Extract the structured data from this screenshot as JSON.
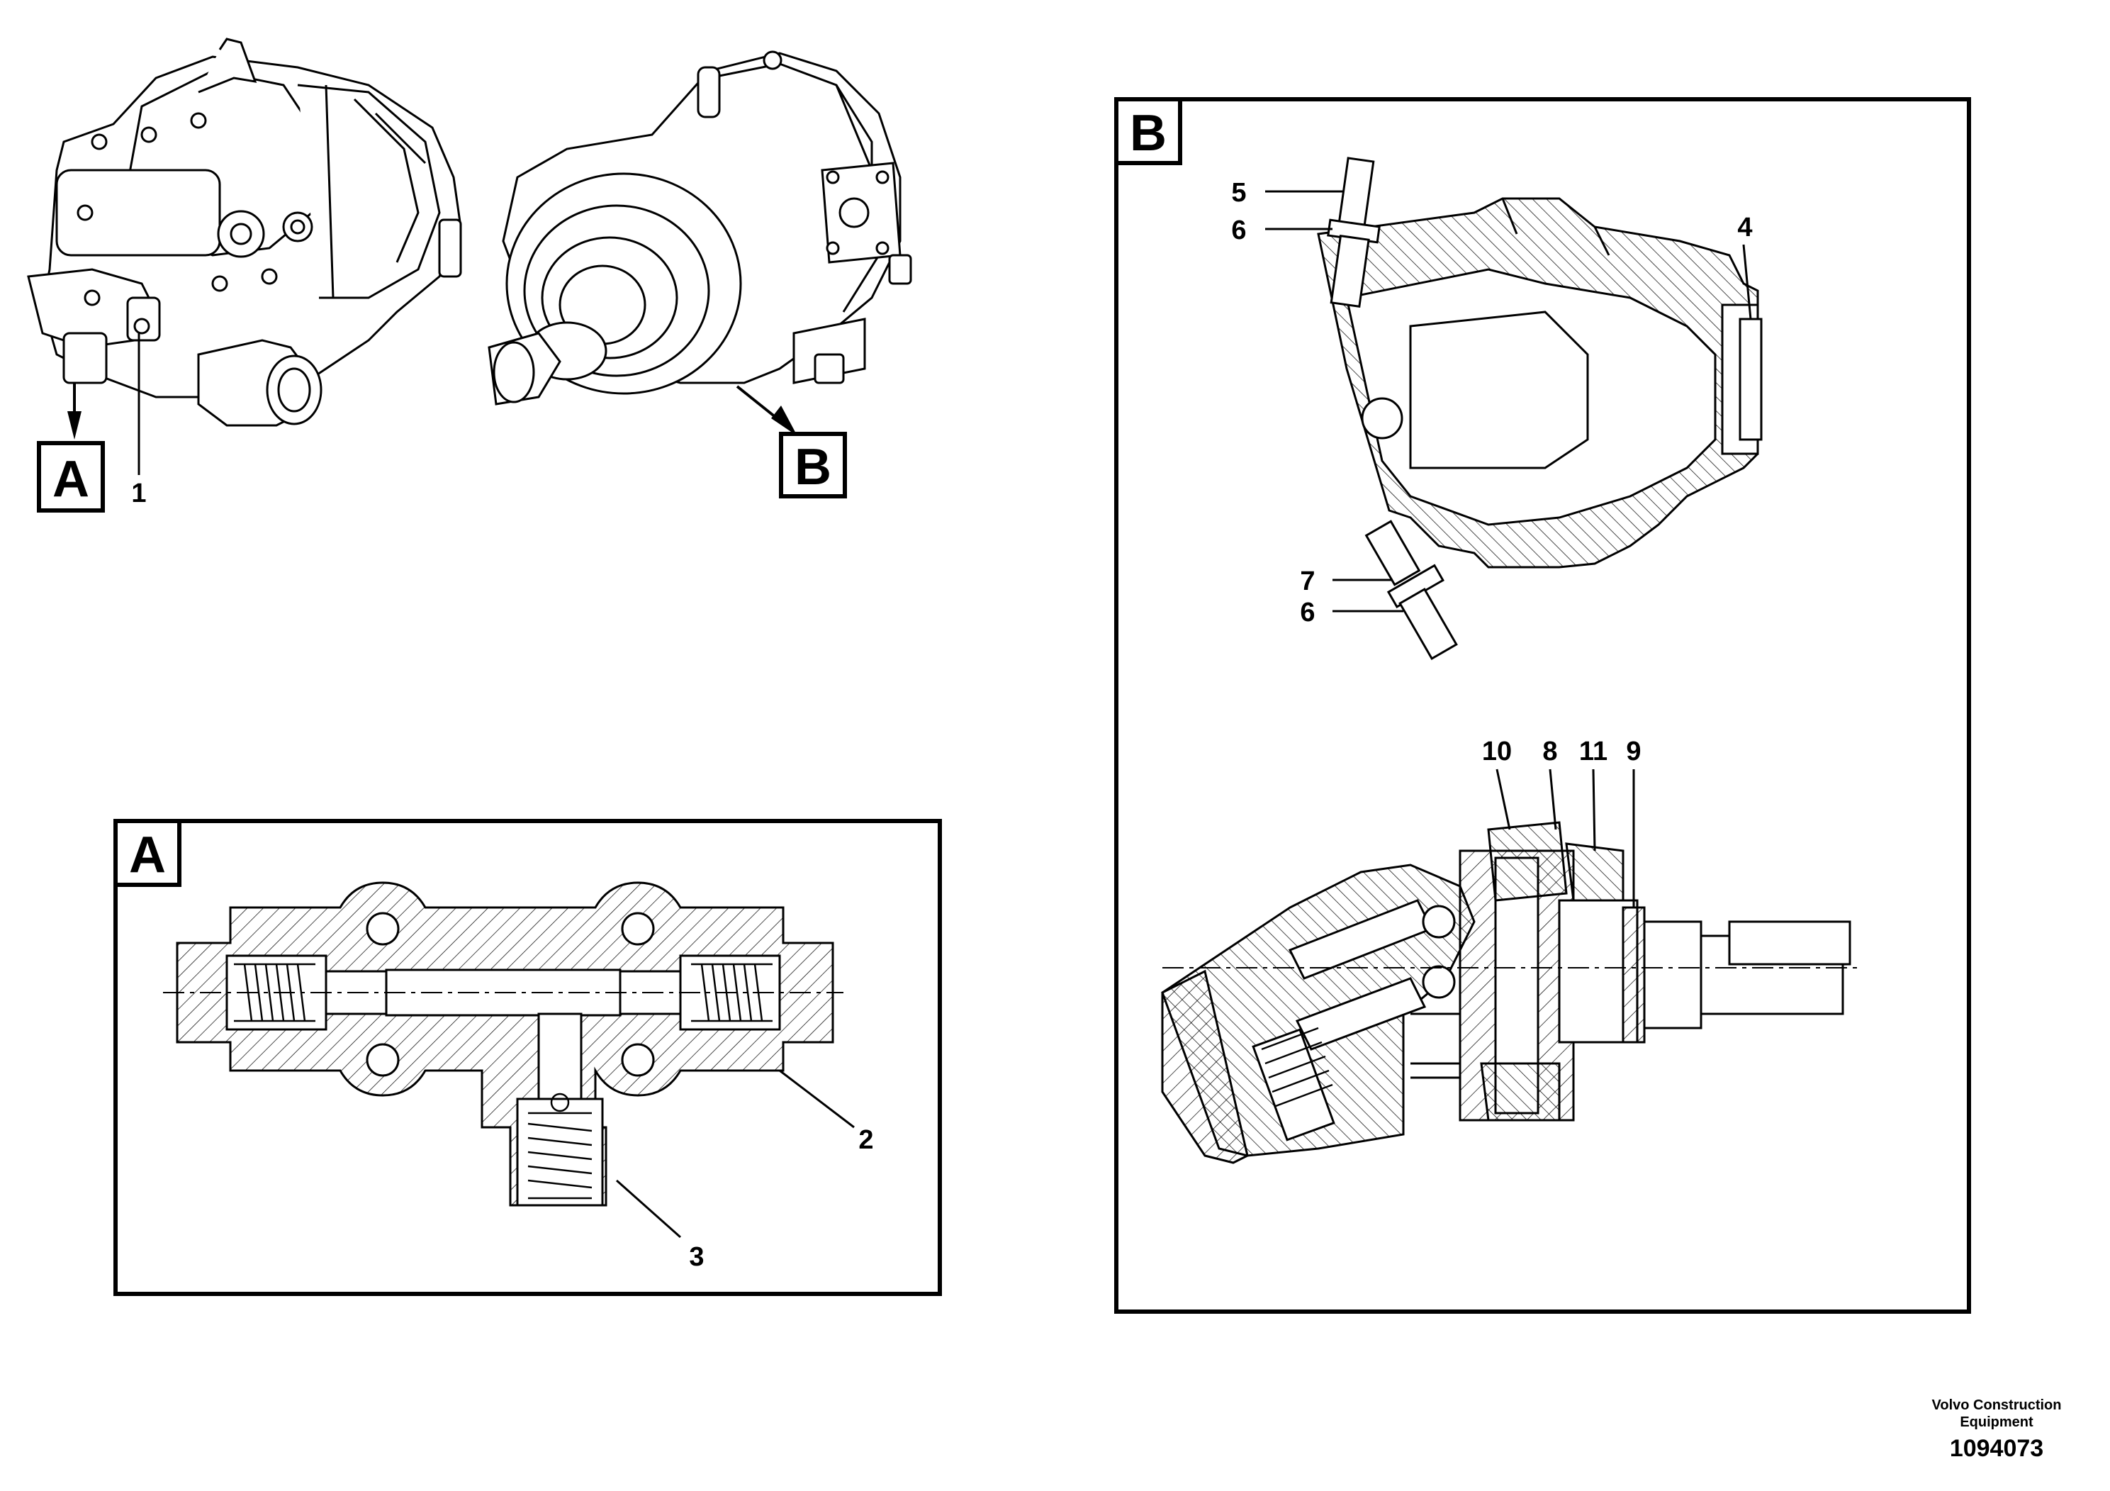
{
  "views": {
    "A": {
      "letter": "A"
    },
    "B": {
      "letter": "B"
    }
  },
  "callouts": {
    "c1": "1",
    "c2": "2",
    "c3": "3",
    "c4": "4",
    "c5": "5",
    "c6a": "6",
    "c6b": "6",
    "c7": "7",
    "c8": "8",
    "c9": "9",
    "c10": "10",
    "c11": "11"
  },
  "footer": {
    "company_line1": "Volvo Construction",
    "company_line2": "Equipment",
    "document_number": "1094073"
  }
}
